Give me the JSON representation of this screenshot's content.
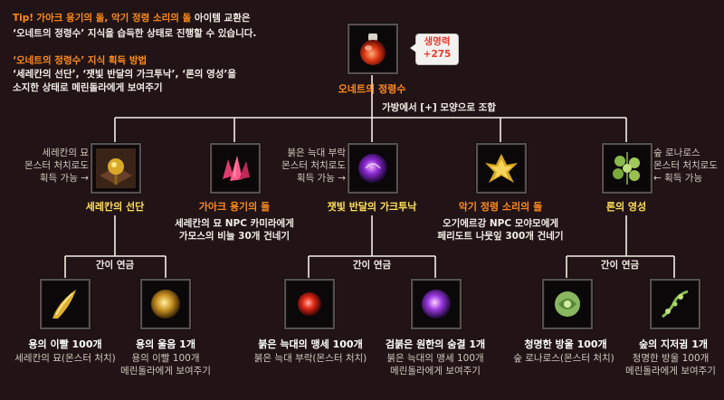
{
  "tip": {
    "line1_prefix": "Tip!",
    "line1_items": "가아크 용기의 돌, 악기 정령 소리의 돌",
    "line1_suffix": " 아이템 교환은",
    "line2": "‘오네트의 정령수’ 지식을 습득한 상태로 진행할 수 있습니다.",
    "method_title": "‘오네트의 정령수’ 지식 획득 방법",
    "method_line1": "‘세레칸의 선단’, ‘잿빛 반달의 가크투낙’, ‘론의 영성’을",
    "method_line2": "소지한 상태로 메린돌라에게 보여주기"
  },
  "top_item": {
    "name": "오네트의 정령수",
    "icon": "red-potion-icon",
    "bonus_label": "생명력",
    "bonus_value": "+275",
    "combine_text": "가방에서 [+] 모양으로 조합"
  },
  "row1": [
    {
      "name": "세레칸의 선단",
      "icon": "golden-rod-icon",
      "name_color": "#ffe05a",
      "side_text": [
        "세레칸의 묘",
        "몬스터 처치로도",
        "획득 가능 →"
      ],
      "desc": []
    },
    {
      "name": "가아크 용기의 돌",
      "icon": "pink-crystal-icon",
      "name_color": "#ff8a1f",
      "side_text": [],
      "desc": [
        "세레칸의 묘 NPC 카미라에게",
        "가모스의 비늘 30개 건네기"
      ]
    },
    {
      "name": "잿빛 반달의 가크투낙",
      "icon": "purple-orb-icon",
      "name_color": "#ffe05a",
      "side_text": [
        "붉은 늑대 부락",
        "몬스터 처치로도",
        "획득 가능 →"
      ],
      "desc": []
    },
    {
      "name": "악기 정령 소리의 돌",
      "icon": "golden-leaf-icon",
      "name_color": "#ff8a1f",
      "side_text": [],
      "desc": [
        "오기에르강 NPC 모야모에게",
        "페리도트 나뭇잎 300개 건네기"
      ]
    },
    {
      "name": "론의 영성",
      "icon": "green-orbs-icon",
      "name_color": "#ffe05a",
      "side_text": [
        "숲 로나로스",
        "몬스터 처치로도",
        "← 획득 가능"
      ],
      "desc": []
    }
  ],
  "combine_labels": [
    "간이 연금",
    "간이 연금",
    "간이 연금"
  ],
  "row2": [
    {
      "name": "용의 이빨 100개",
      "icon": "dragon-tooth-icon",
      "desc": [
        "세레칸의 묘(몬스터 처치)"
      ]
    },
    {
      "name": "용의 울음 1개",
      "icon": "gold-orb-icon",
      "desc": [
        "용의 이빨 100개",
        "메린돌라에게 보여주기"
      ]
    },
    {
      "name": "붉은 늑대의 맹세 100개",
      "icon": "red-orb-icon",
      "desc": [
        "붉은 늑대 부락(몬스터 처치)"
      ]
    },
    {
      "name": "검붉은 원한의 숨결 1개",
      "icon": "violet-orb-icon",
      "desc": [
        "붉은 늑대의 맹세 100개",
        "메린돌라에게 보여주기"
      ]
    },
    {
      "name": "청명한 방울 100개",
      "icon": "green-bell-icon",
      "desc": [
        "숲 로나로스(몬스터 처치)"
      ]
    },
    {
      "name": "숲의 지저귐 1개",
      "icon": "green-vine-icon",
      "desc": [
        "청명한 방울 100개",
        "메린돌라에게 보여주기"
      ]
    }
  ]
}
